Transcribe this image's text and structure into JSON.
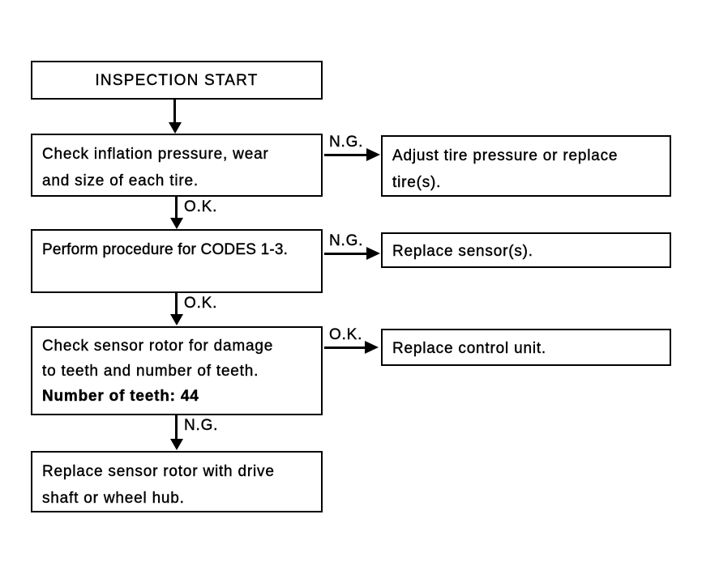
{
  "colors": {
    "ink": "#000000",
    "paper": "#ffffff"
  },
  "labels": {
    "ok": "O.K.",
    "ng": "N.G."
  },
  "nodes": {
    "start": {
      "text": "INSPECTION START"
    },
    "check_tires": {
      "lines": [
        "Check inflation pressure, wear",
        "and size of each tire."
      ]
    },
    "perform_codes": {
      "lines": [
        "Perform procedure for CODES 1-3."
      ]
    },
    "check_rotor": {
      "lines": [
        "Check sensor rotor for damage",
        "to teeth and number of teeth."
      ],
      "emphasis": "Number of teeth: 44"
    },
    "replace_rotor": {
      "lines": [
        "Replace sensor rotor with drive",
        "shaft or wheel hub."
      ]
    },
    "adjust_tires": {
      "lines": [
        "Adjust tire pressure or replace",
        "tire(s)."
      ]
    },
    "replace_sensors": {
      "lines": [
        "Replace sensor(s)."
      ]
    },
    "replace_control_unit": {
      "lines": [
        "Replace control unit."
      ]
    }
  }
}
